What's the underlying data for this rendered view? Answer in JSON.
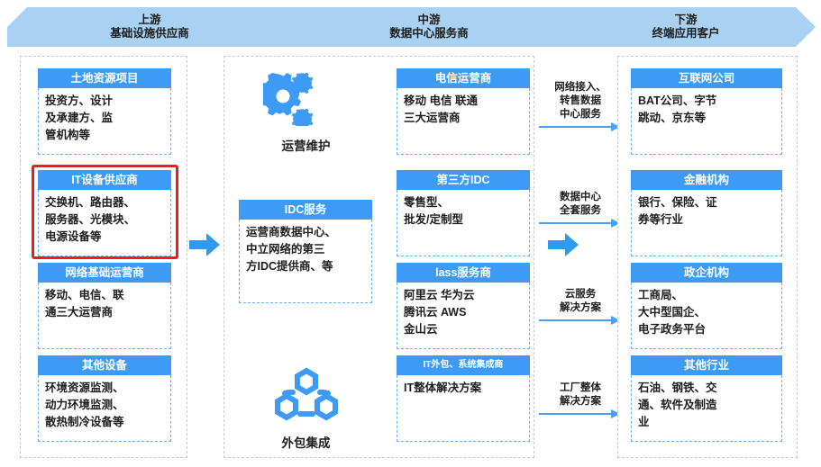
{
  "banner": {
    "segments": [
      {
        "title": "上游",
        "subtitle": "基础设施供应商"
      },
      {
        "title": "中游",
        "subtitle": "数据中心服务商"
      },
      {
        "title": "下游",
        "subtitle": "终端应用客户"
      }
    ],
    "color": "#a9d2f2"
  },
  "theme": {
    "header_blue": "#3d9bf5",
    "dash_blue": "#6aaef5",
    "arrow_blue": "#2f9bf0",
    "highlight_red": "#ee1c1c",
    "container_dash": "#c9c9c9"
  },
  "upstream": {
    "cards": [
      {
        "title": "土地资源项目",
        "body": "投资方、设计\n及承建方、监\n管机构等"
      },
      {
        "title": "IT设备供应商",
        "body": "交换机、路由器、\n服务器、光模块、\n电源设备等",
        "highlighted": true
      },
      {
        "title": "网络基础运营商",
        "body": "移动、电信、联\n通三大运营商"
      },
      {
        "title": "其他设备",
        "body": "环境资源监测、\n动力环境监测、\n散热制冷设备等"
      }
    ]
  },
  "midstream": {
    "icon_blocks": [
      {
        "icon": "gears-icon",
        "caption": "运营维护"
      },
      {
        "icon": "network-nodes-icon",
        "caption": "外包集成"
      }
    ],
    "idc_card": {
      "title": "IDC服务",
      "body": "运营商数据中心、\n中立网络的第三\n方IDC提供商、等"
    },
    "cards": [
      {
        "title": "电信运营商",
        "body": "移动 电信 联通\n三大运营商"
      },
      {
        "title": "第三方IDC",
        "body": "零售型、\n批发/定制型"
      },
      {
        "title": "lass服务商",
        "body": "阿里云 华为云\n腾讯云 AWS\n金山云"
      },
      {
        "title": "IT外包、系统集成商",
        "body": "IT整体解决方案",
        "small_title": true
      }
    ]
  },
  "downstream": {
    "cards": [
      {
        "title": "互联网公司",
        "body": "BAT公司、字节\n跳动、京东等"
      },
      {
        "title": "金融机构",
        "body": "银行、保险、证\n券等行业"
      },
      {
        "title": "政企机构",
        "body": "工商局、\n大中型国企、\n电子政务平台"
      },
      {
        "title": "其他行业",
        "body": "石油、钢铁、交\n通、软件及制造\n业"
      }
    ]
  },
  "connectors": [
    {
      "label": "网络接入、\n转售数据\n中心服务"
    },
    {
      "label": "数据中心\n全套服务"
    },
    {
      "label": "云服务\n解决方案"
    },
    {
      "label": "工厂整体\n解决方案"
    }
  ],
  "block_arrows": [
    {
      "name": "upstream-to-midstream"
    },
    {
      "name": "midstream-to-downstream"
    }
  ]
}
